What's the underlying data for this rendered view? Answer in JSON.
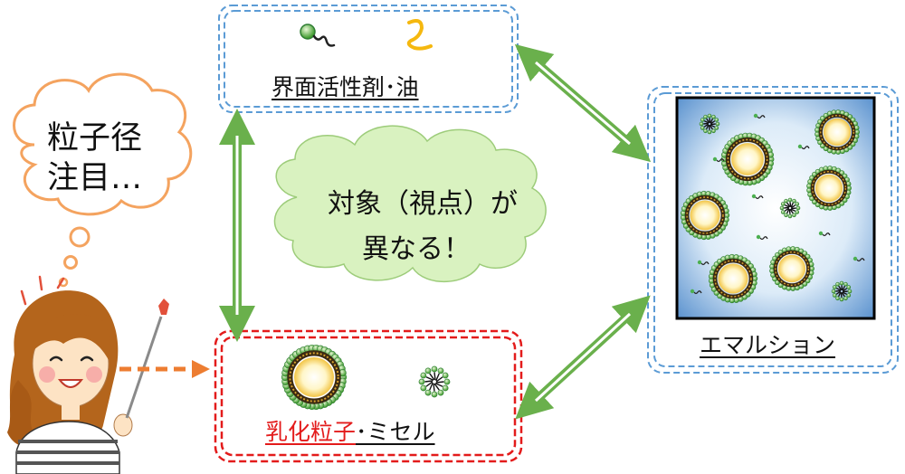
{
  "top_box": {
    "label": "界面活性剤･油"
  },
  "bottom_box": {
    "label_red": "乳化粒子",
    "label_rest": "･ミセル"
  },
  "right_box": {
    "label": "エマルション"
  },
  "cloud_center": {
    "line1": "対象（視点）が",
    "line2": "異なる！"
  },
  "thought_bubble": {
    "line1": "粒子径",
    "line2": "注目…"
  },
  "colors": {
    "blue_dash": "#5b9bd5",
    "red_dash": "#e31b1b",
    "green_arrow": "#6ab04c",
    "orange_arrow": "#ed7d31",
    "cloud_green": "#d9f2c0",
    "bubble_border": "#f4a35f"
  }
}
